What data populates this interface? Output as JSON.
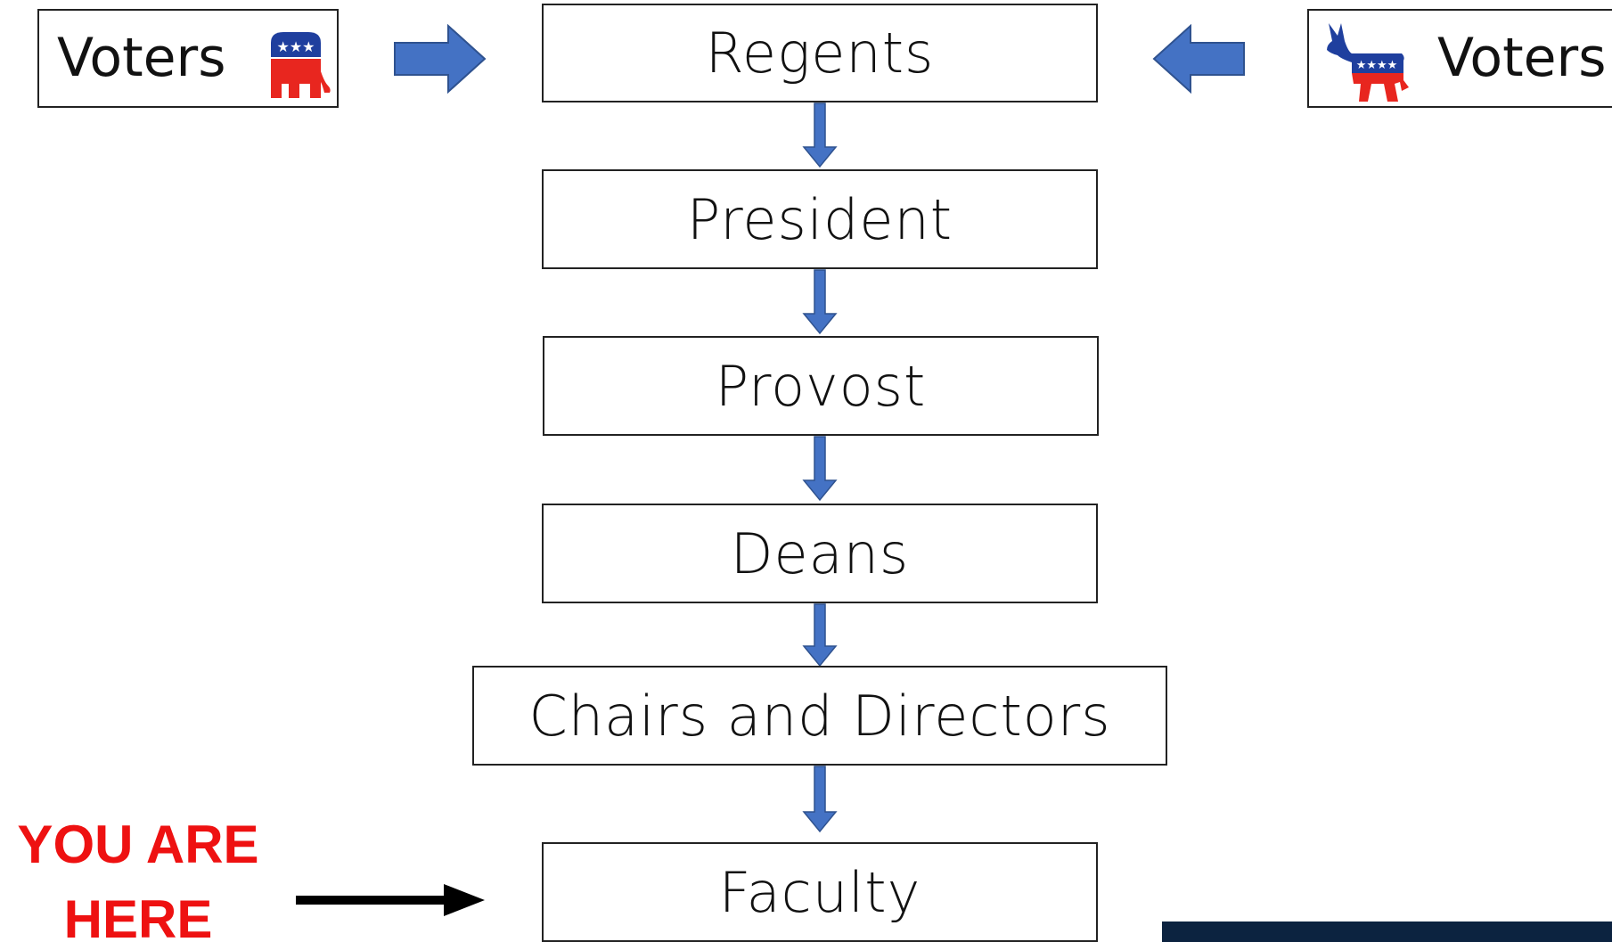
{
  "hierarchy": {
    "regents": "Regents",
    "president": "President",
    "provost": "Provost",
    "deans": "Deans",
    "chairs": "Chairs and Directors",
    "faculty": "Faculty"
  },
  "voters_left": {
    "label": "Voters",
    "icon": "republican-elephant-icon"
  },
  "voters_right": {
    "label": "Voters",
    "icon": "democrat-donkey-icon"
  },
  "marker": {
    "text_line1": "YOU ARE",
    "text_line2": "HERE"
  },
  "colors": {
    "arrow_blue": "#4472c4",
    "marker_red": "#ee1111",
    "republican_red": "#e8261f",
    "democrat_blue": "#1f3f9e",
    "panel_navy": "#0c2340"
  }
}
